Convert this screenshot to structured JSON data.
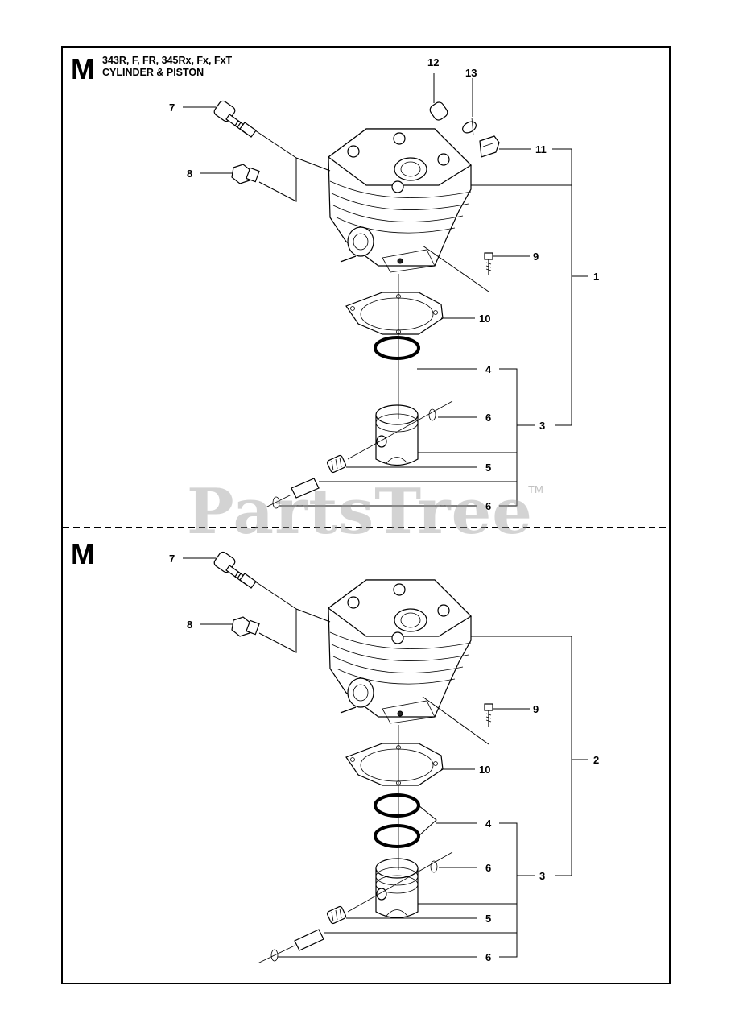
{
  "header": {
    "section_letter": "M",
    "models": "343R, F, FR, 345Rx, Fx, FxT",
    "title": "CYLINDER & PISTON"
  },
  "lower_section": {
    "section_letter": "M"
  },
  "watermark": {
    "text": "PartsTree",
    "tm": "TM"
  },
  "callouts_top": [
    "12",
    "13",
    "7",
    "11",
    "8",
    "9",
    "1",
    "10",
    "4",
    "6",
    "3",
    "5",
    "6"
  ],
  "callouts_bottom": [
    "7",
    "8",
    "9",
    "2",
    "10",
    "4",
    "6",
    "3",
    "5",
    "6"
  ]
}
